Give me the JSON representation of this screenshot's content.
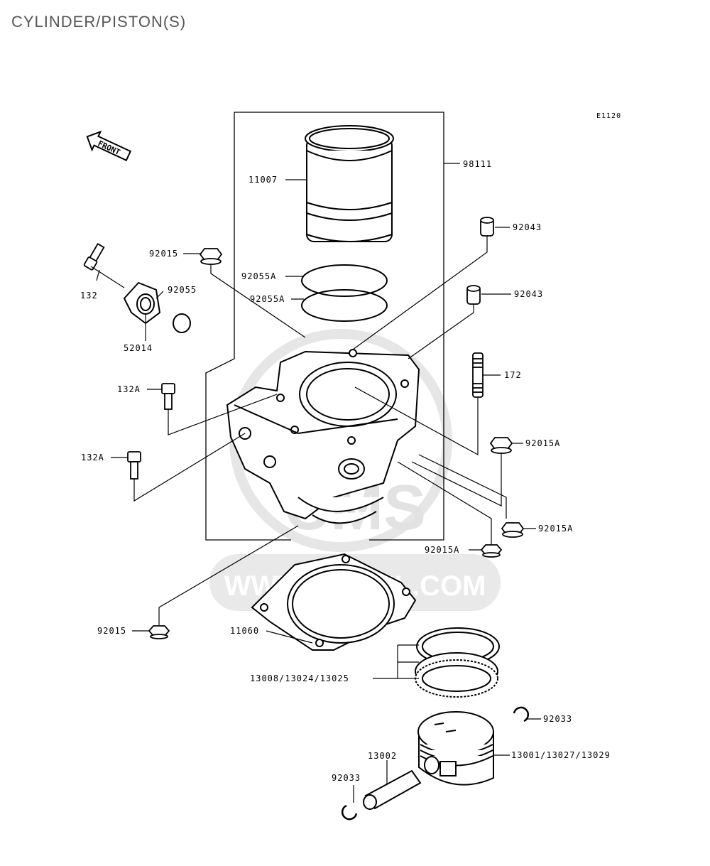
{
  "page": {
    "title": "CYLINDER/PISTON(S)"
  },
  "diagram": {
    "code": "E1120",
    "front_label": "FRONT",
    "watermark": {
      "brand": "CMS",
      "url": "WWW.CMSNL.COM"
    },
    "parts": {
      "p11007": "11007",
      "p98111": "98111",
      "p92043a": "92043",
      "p92043b": "92043",
      "p92015": "92015",
      "p92055A_1": "92055A",
      "p92055A_2": "92055A",
      "p132": "132",
      "p92055": "92055",
      "p52014": "52014",
      "p172": "172",
      "p132A_1": "132A",
      "p132A_2": "132A",
      "p92015A_1": "92015A",
      "p92015A_2": "92015A",
      "p92015A_3": "92015A",
      "p92015_b": "92015",
      "p11060": "11060",
      "p13008": "13008/13024/13025",
      "p92033a": "92033",
      "p13001": "13001/13027/13029",
      "p13002": "13002",
      "p92033b": "92033"
    }
  }
}
